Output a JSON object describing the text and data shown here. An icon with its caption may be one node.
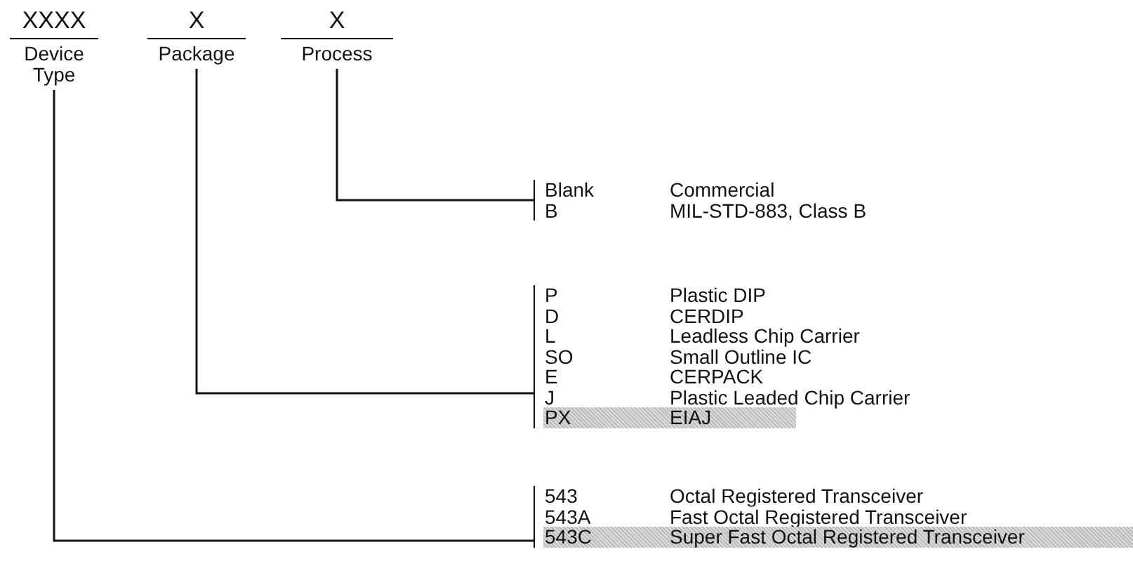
{
  "diagram": {
    "nodes": [
      {
        "text": [
          "XXXX",
          "Device Type"
        ]
      },
      {
        "text": [
          "X",
          "Package"
        ]
      },
      {
        "text": [
          "X",
          "Process"
        ]
      },
      {
        "text": [
          "Blank",
          "Commercial",
          "B",
          "MIL-STD-883, Class B"
        ]
      },
      {
        "text": [
          "P",
          "Plastic DIP",
          "D",
          "CERDIP",
          "L",
          "Leadless Chip Carrier",
          "SO",
          "Small Outline IC",
          "E",
          "CERPACK",
          "J",
          "Plastic Leaded Chip Carrier",
          "PX",
          "EIAJ"
        ]
      },
      {
        "text": [
          "543",
          "Octal Registered Transceiver",
          "543A",
          "Fast Octal Registered Transceiver",
          "543C",
          "Super Fast Octal Registered Transceiver"
        ]
      }
    ],
    "edges": [
      {
        "from": 2,
        "to": 3,
        "arrow": "none"
      },
      {
        "from": 1,
        "to": 4,
        "arrow": "none"
      },
      {
        "from": 0,
        "to": 5,
        "arrow": "none"
      }
    ]
  }
}
